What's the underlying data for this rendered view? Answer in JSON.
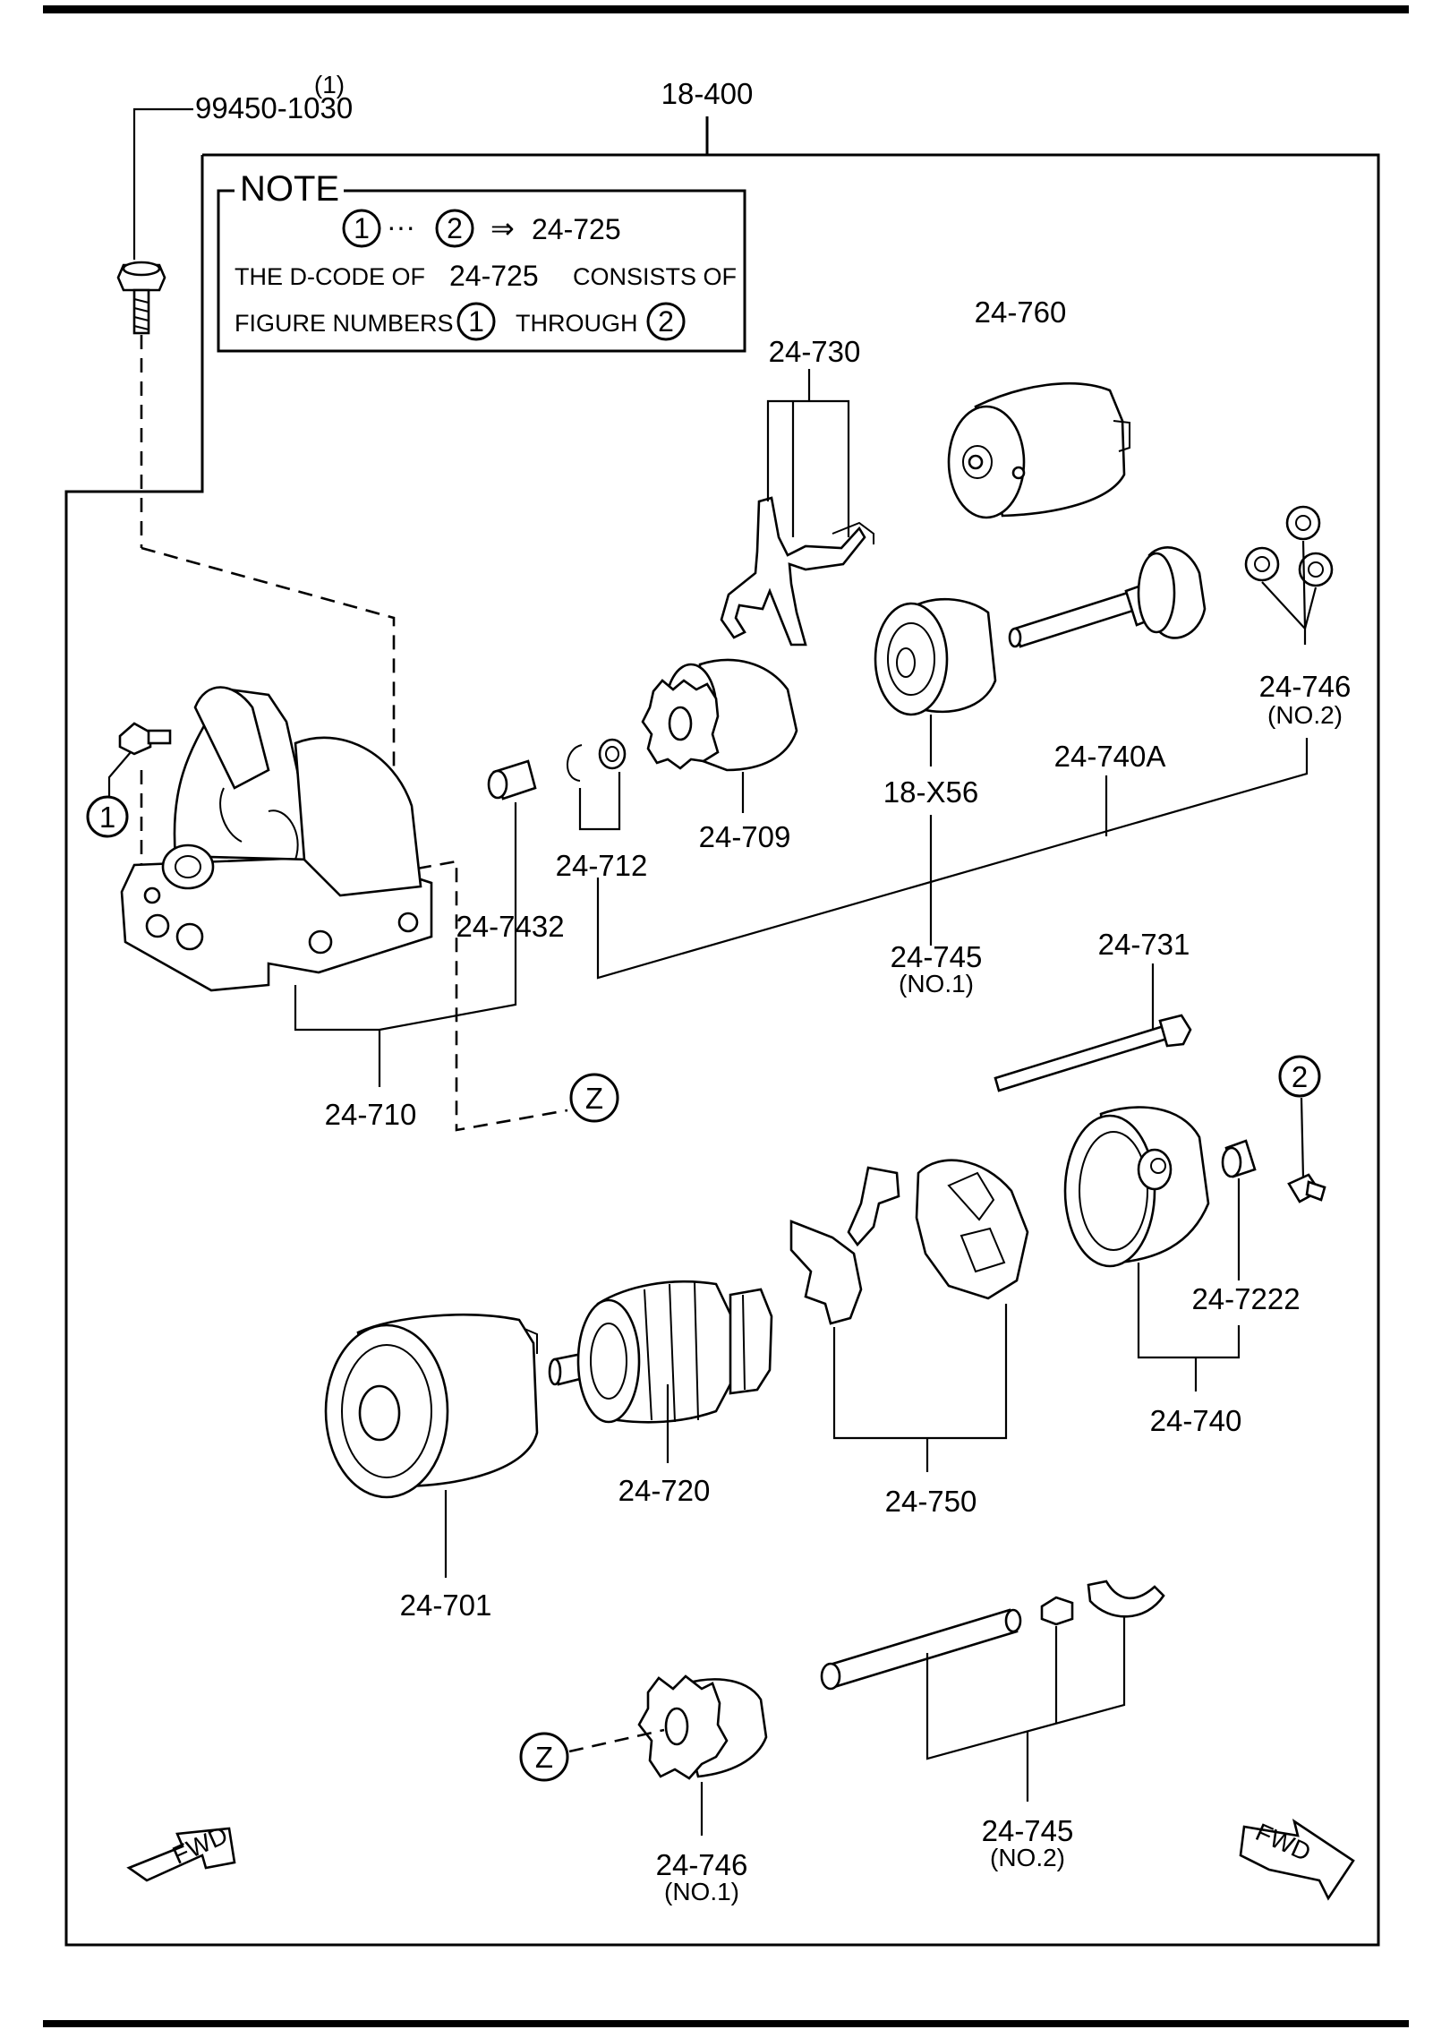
{
  "assembly": "18-400",
  "bolt": {
    "qty": "(1)",
    "part_no": "99450-1030"
  },
  "note": {
    "title": "NOTE",
    "ref_from": "1",
    "ref_to": "2",
    "arrow": "⇒",
    "ref_code": "24-725",
    "line1_a": "THE D-CODE OF",
    "line1_code": "24-725",
    "line1_b": "CONSISTS OF",
    "line2_a": "FIGURE NUMBERS",
    "line2_b": "THROUGH"
  },
  "callouts": {
    "c1": "1",
    "c2": "2",
    "z_upper": "Z",
    "z_lower": "Z"
  },
  "parts": {
    "p24_760": "24-760",
    "p24_730": "24-730",
    "p24_746_no2": "24-746",
    "p24_746_no2_sub": "(NO.2)",
    "p24_740A": "24-740A",
    "p18_X56": "18-X56",
    "p24_709": "24-709",
    "p24_712": "24-712",
    "p24_7432": "24-7432",
    "p24_745_no1": "24-745",
    "p24_745_no1_sub": "(NO.1)",
    "p24_731": "24-731",
    "p24_710": "24-710",
    "p24_7222": "24-7222",
    "p24_740": "24-740",
    "p24_720": "24-720",
    "p24_750": "24-750",
    "p24_701": "24-701",
    "p24_745_no2": "24-745",
    "p24_745_no2_sub": "(NO.2)",
    "p24_746_no1": "24-746",
    "p24_746_no1_sub": "(NO.1)"
  },
  "fwd_left": "FWD",
  "fwd_right": "FWD"
}
